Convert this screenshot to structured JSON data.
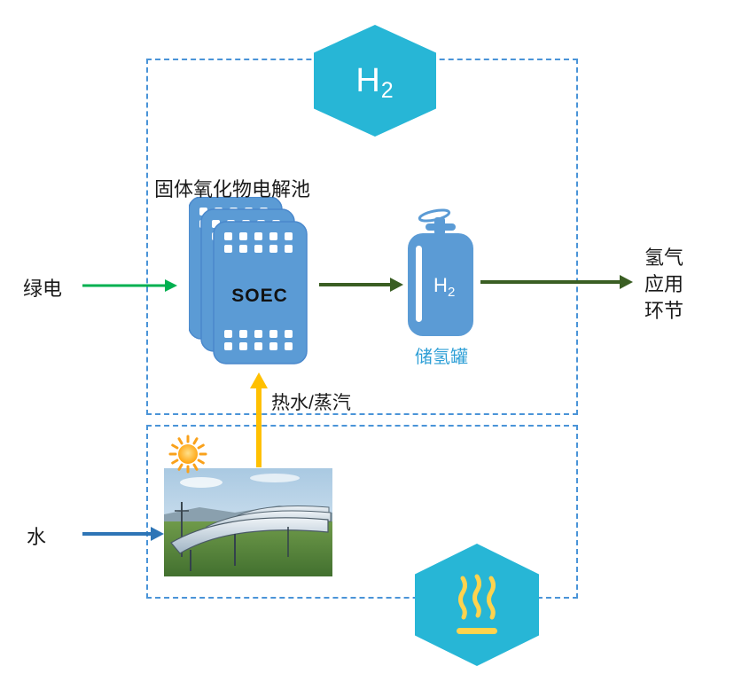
{
  "diagram": {
    "h2_badge": {
      "main": "H",
      "sub": "2"
    },
    "electrolyzer": {
      "label": "固体氧化物电解池",
      "stack_text": "SOEC"
    },
    "tank": {
      "h_main": "H",
      "h_sub": "2",
      "caption": "储氢罐"
    },
    "inputs": {
      "green_power": "绿电",
      "water": "水"
    },
    "steam_label": "热水/蒸汽",
    "output": {
      "lines": [
        "氢气",
        "应用",
        "环节"
      ]
    },
    "icons": {
      "top_badge": "h2-hexagon-icon",
      "bottom_badge": "heat-hexagon-icon",
      "sun": "sun-icon",
      "electrolyzer": "soec-stack-icon",
      "tank": "hydrogen-tank-icon",
      "photo": "solar-trough-collector-image"
    },
    "colors": {
      "hexagon_cyan": "#27b6d6",
      "dashed_border_blue": "#4a94d8",
      "stack_blue": "#5b9bd5",
      "green_arrow": "#00b050",
      "dark_green_arrow": "#3a5e23",
      "yellow_arrow": "#ffc000",
      "blue_arrow": "#2e75b6",
      "tank_caption_blue": "#2e9fd6",
      "heat_icon_yellow": "#ffd34d"
    }
  }
}
